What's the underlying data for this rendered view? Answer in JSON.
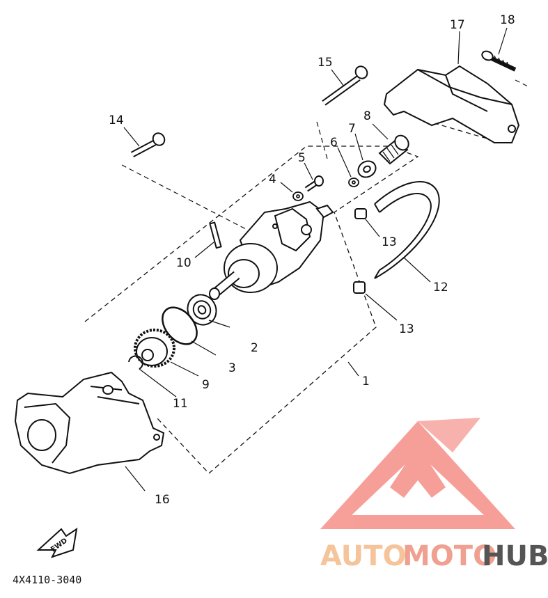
{
  "diagram": {
    "callouts": [
      "1",
      "2",
      "3",
      "4",
      "5",
      "6",
      "7",
      "8",
      "9",
      "10",
      "11",
      "12",
      "13",
      "13",
      "14",
      "15",
      "16",
      "17",
      "18"
    ],
    "fwd_label": "FWD",
    "figure_code": "4X4110-3040"
  },
  "watermark": {
    "text_a": "AUTO",
    "text_b": "MOTO",
    "text_c": "HUB",
    "colors": {
      "logo": "#f58f87",
      "auto": "#f5c49a",
      "moto": "#f0a090",
      "hub": "#555555"
    }
  }
}
